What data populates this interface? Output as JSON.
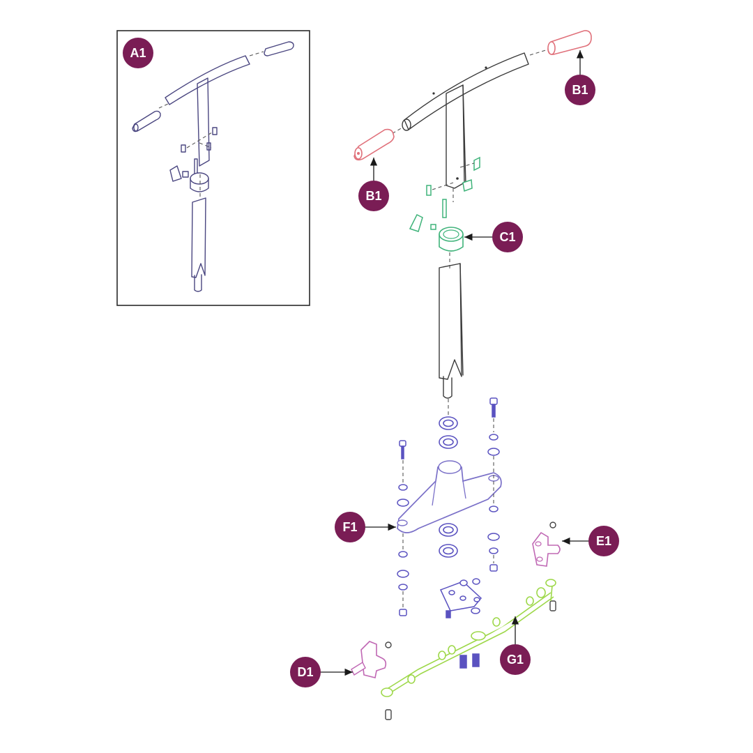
{
  "colors": {
    "badge": "#7a1d55",
    "badge_text": "#ffffff",
    "outline": "#3a3a3a",
    "inset_parts": "#4a4680",
    "handle_grip": "#e0707a",
    "fold_clamp": "#3fb37a",
    "steering_fork": "#7a70c8",
    "knuckle": "#c068b4",
    "tie_rod": "#9ed84a",
    "hardware": "#5a52c0"
  },
  "callouts": [
    {
      "id": "A1",
      "label": "A1"
    },
    {
      "id": "B1-right",
      "label": "B1"
    },
    {
      "id": "B1-left",
      "label": "B1"
    },
    {
      "id": "C1",
      "label": "C1"
    },
    {
      "id": "F1",
      "label": "F1"
    },
    {
      "id": "E1",
      "label": "E1"
    },
    {
      "id": "D1",
      "label": "D1"
    },
    {
      "id": "G1",
      "label": "G1"
    }
  ],
  "icons": {
    "arrow": "arrow-icon"
  }
}
